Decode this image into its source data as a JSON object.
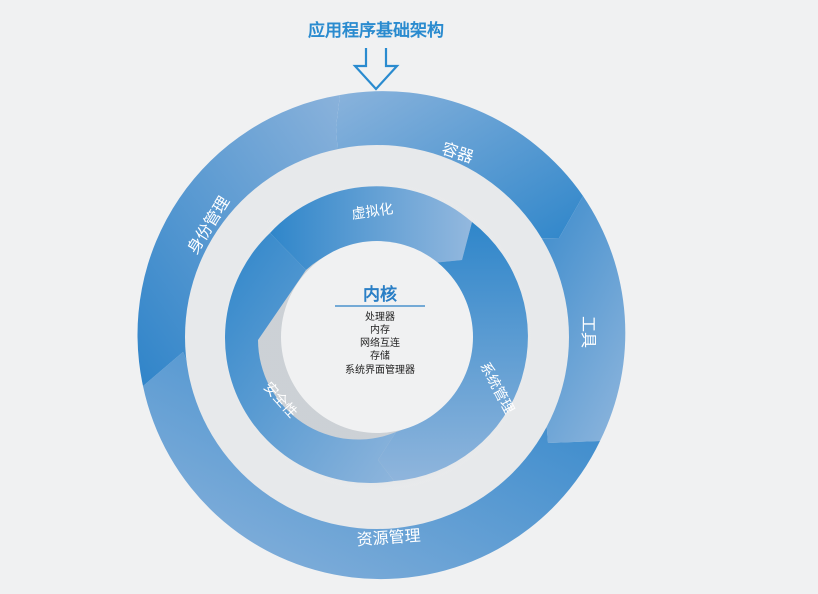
{
  "title": "应用程序基础架构",
  "outer_ring": {
    "segments": [
      {
        "key": "container",
        "label": "容器"
      },
      {
        "key": "tools",
        "label": "工具"
      },
      {
        "key": "resource",
        "label": "资源管理"
      },
      {
        "key": "identity",
        "label": "身份管理"
      }
    ]
  },
  "inner_ring": {
    "segments": [
      {
        "key": "virtualization",
        "label": "虚拟化"
      },
      {
        "key": "sysmgmt",
        "label": "系统管理"
      },
      {
        "key": "security",
        "label": "安全性"
      }
    ]
  },
  "core": {
    "title": "内核",
    "items": [
      "处理器",
      "内存",
      "网络互连",
      "存储",
      "系统界面管理器"
    ]
  },
  "colors": {
    "title": "#2a8bcf",
    "ring_dark": "#2f84c9",
    "ring_light": "#89b2db",
    "core_title": "#2a7fc6",
    "core_line": "#2a7fc6"
  }
}
